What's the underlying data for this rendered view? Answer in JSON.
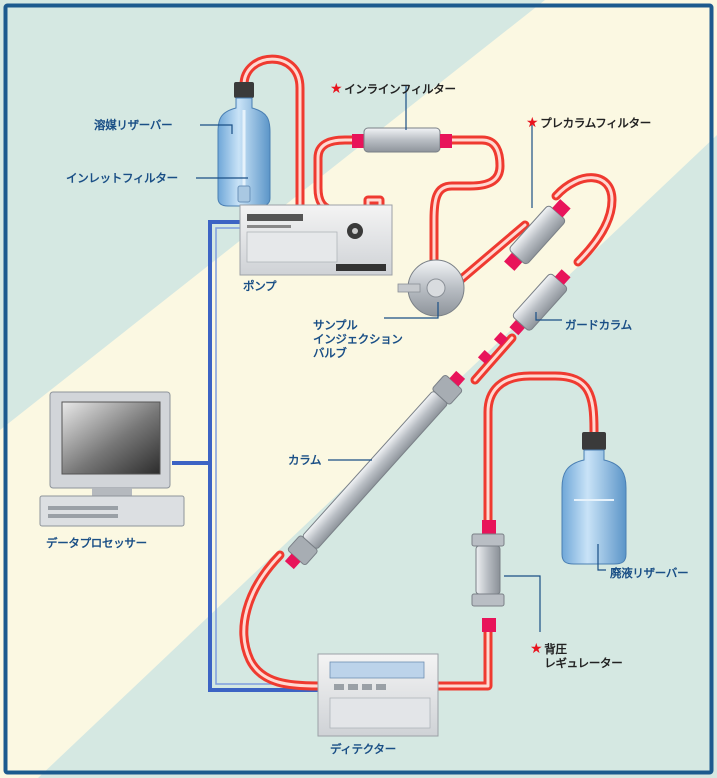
{
  "labels": {
    "solvent_reservoir": "溶媒リザーバー",
    "inlet_filter": "インレットフィルター",
    "pump": "ポンプ",
    "inline_filter": "インラインフィルター",
    "precolumn_filter": "プレカラムフィルター",
    "sample_injection_valve": "サンプル\nインジェクション\nバルブ",
    "guard_column": "ガードカラム",
    "column": "カラム",
    "data_processor": "データプロセッサー",
    "waste_reservoir": "廃液リザーバー",
    "back_pressure_regulator": "背圧\nレギュレーター",
    "detector": "ディテクター",
    "star": "★"
  },
  "colors": {
    "frame": "#1c5a8e",
    "bg_cream": "#fbf8e2",
    "bg_mint": "#d5e8e2",
    "tube_outer": "#ef3a30",
    "tube_inner": "#ffd9d2",
    "fitting": "#e8145a",
    "signal_cable": "#3c63c4",
    "label_blue": "#1a4f86",
    "star_red": "#e8141e"
  }
}
